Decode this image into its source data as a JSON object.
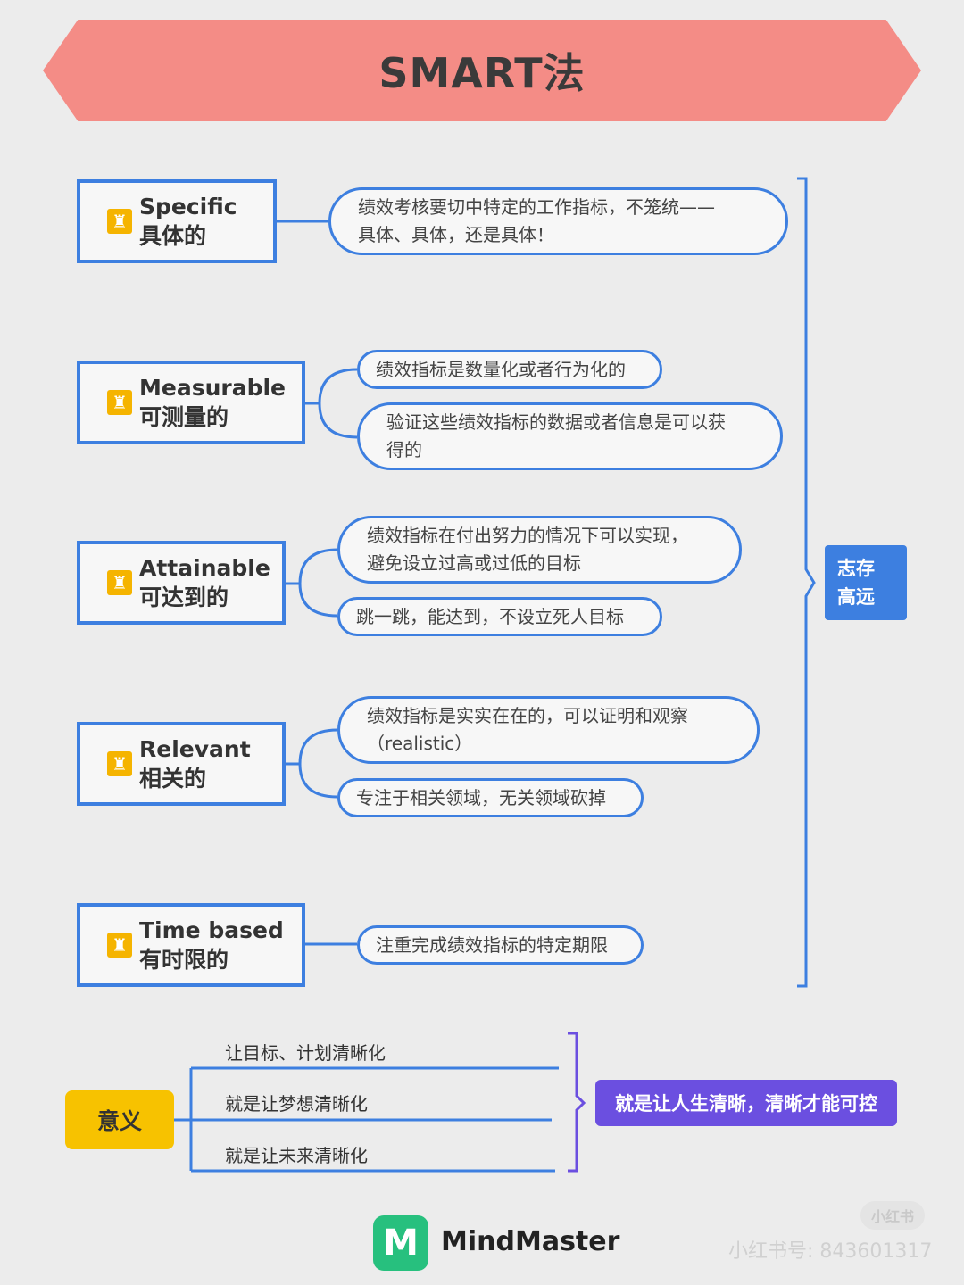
{
  "title": "SMART法",
  "items": [
    {
      "en": "Specific",
      "zh": "具体的",
      "descriptions": [
        [
          "绩效考核要切中特定的工作指标，不笼统——",
          "具体、具体，还是具体！"
        ]
      ]
    },
    {
      "en": "Measurable",
      "zh": "可测量的",
      "descriptions": [
        [
          "绩效指标是数量化或者行为化的"
        ],
        [
          "验证这些绩效指标的数据或者信息是可以获",
          "得的"
        ]
      ]
    },
    {
      "en": "Attainable",
      "zh": "可达到的",
      "descriptions": [
        [
          "绩效指标在付出努力的情况下可以实现，",
          "避免设立过高或过低的目标"
        ],
        [
          "跳一跳，能达到，不设立死人目标"
        ]
      ]
    },
    {
      "en": "Relevant",
      "zh": "相关的",
      "descriptions": [
        [
          "绩效指标是实实在在的，可以证明和观察",
          "（realistic）"
        ],
        [
          "专注于相关领域，无关领域砍掉"
        ]
      ]
    },
    {
      "en": "Time based",
      "zh": "有时限的",
      "descriptions": [
        [
          "注重完成绩效指标的特定期限"
        ]
      ]
    }
  ],
  "result": {
    "line1": "志存",
    "line2": "高远"
  },
  "meaning": {
    "label": "意义",
    "items": [
      "让目标、计划清晰化",
      "就是让梦想清晰化",
      "就是让未来清晰化"
    ],
    "result": "就是让人生清晰，清晰才能可控"
  },
  "footer": {
    "brand": "MindMaster",
    "watermark_badge": "小红书",
    "watermark_id": "小红书号: 843601317"
  },
  "colors": {
    "banner": "#f48c86",
    "primary_blue": "#3d7fe0",
    "meaning_yellow": "#f7c200",
    "meaning_purple": "#6b4fe0",
    "brand_green": "#27c07e"
  }
}
